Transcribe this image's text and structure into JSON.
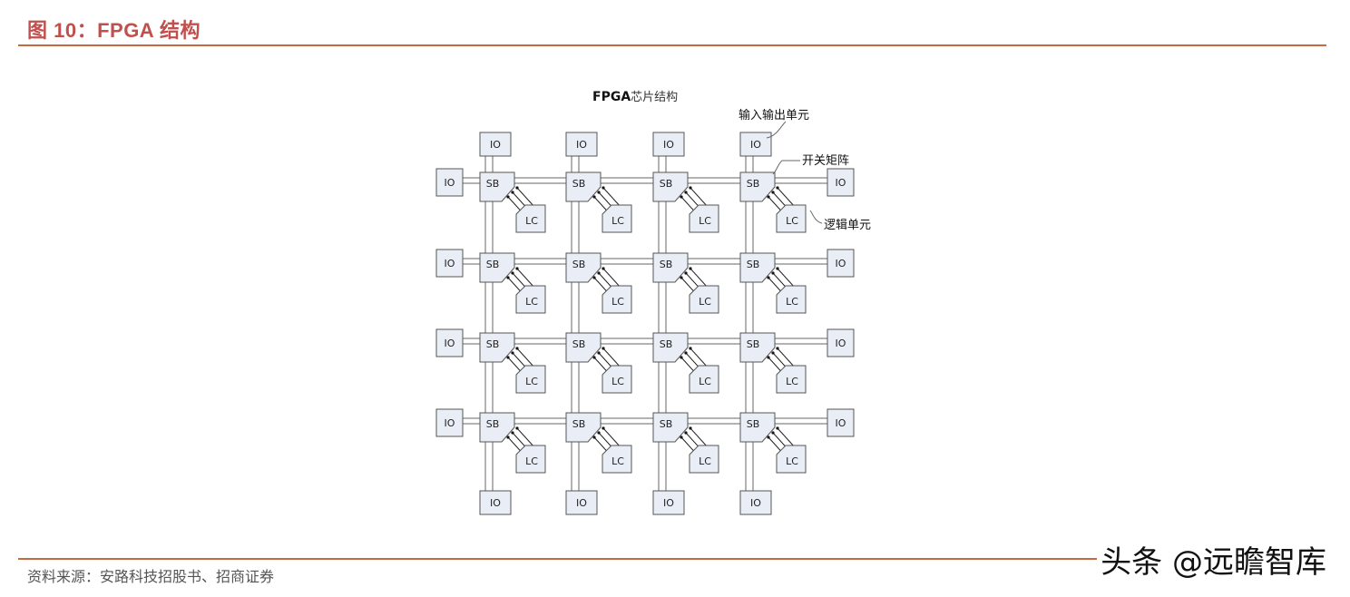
{
  "header": {
    "figure_title": "图 10：FPGA 结构"
  },
  "diagram": {
    "title_bold": "FPGA",
    "title_rest": "芯片结构",
    "callouts": {
      "io": "输入输出单元",
      "sb": "开关矩阵",
      "lc": "逻辑单元"
    },
    "labels": {
      "io": "IO",
      "sb": "SB",
      "lc": "LC"
    },
    "grid": {
      "rows": 4,
      "cols": 4
    }
  },
  "footer": {
    "source": "资料来源：安路科技招股书、招商证券",
    "watermark": "头条 @远瞻智库"
  },
  "colors": {
    "accent": "#c76a41",
    "title": "#c0504d",
    "node_fill": "#e9edf5"
  }
}
